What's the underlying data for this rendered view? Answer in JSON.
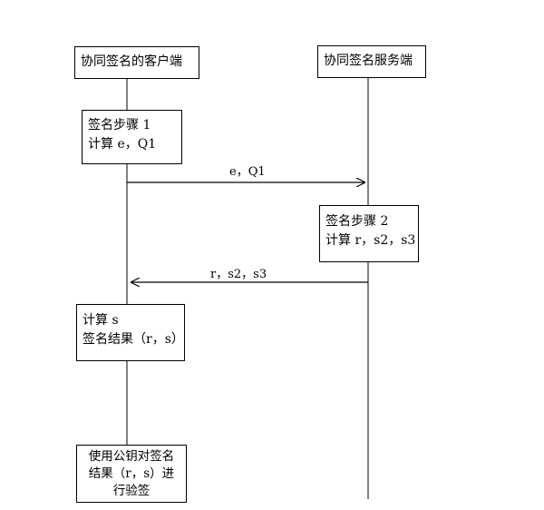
{
  "participants": {
    "client": "协同签名的客户端",
    "server": "协同签名服务端"
  },
  "steps": {
    "client_step1": {
      "line1": "签名步骤 1",
      "line2": "计算 e，Q1"
    },
    "server_step2": {
      "line1": "签名步骤 2",
      "line2": "计算 r，s2，s3"
    },
    "client_compute": {
      "line1": "计算 s",
      "line2": "签名结果（r，s）"
    },
    "verify": {
      "text": "使用公钥对签名结果（r，s）进行验签"
    }
  },
  "messages": {
    "msg1": "e，Q1",
    "msg2": "r，s2，s3"
  }
}
